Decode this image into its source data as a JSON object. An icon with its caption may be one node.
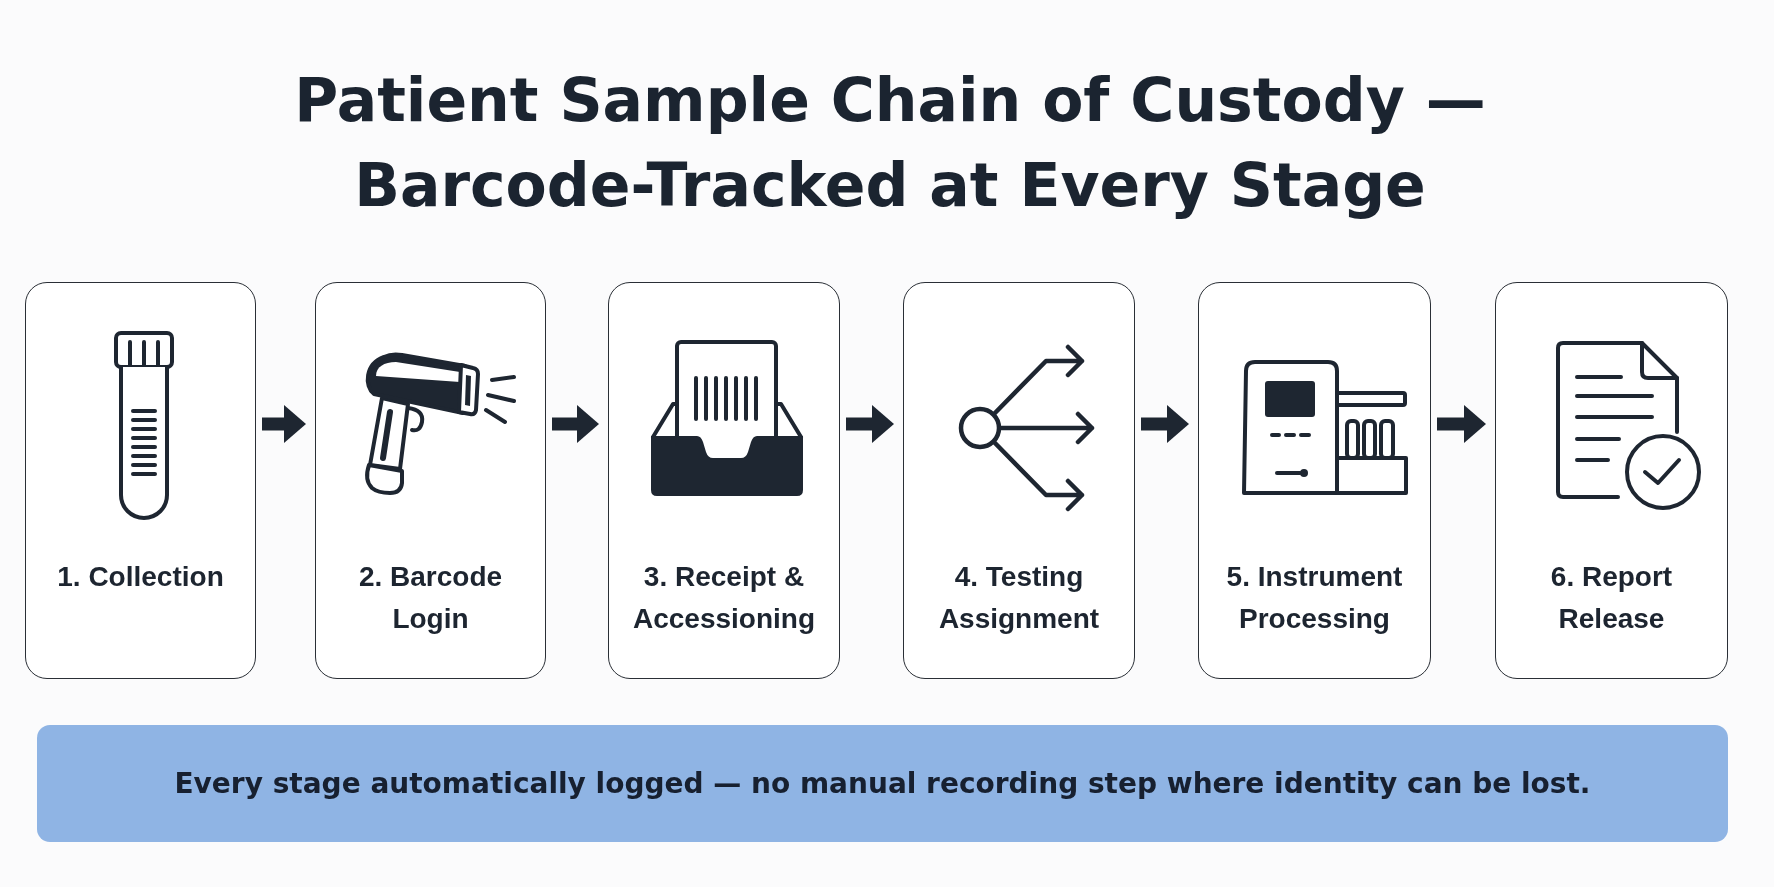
{
  "diagram": {
    "title": "Patient Sample Chain of Custody — Barcode-Tracked at Every Stage",
    "nodes": [
      {
        "text": [
          "1. Collection"
        ]
      },
      {
        "text": [
          "2. Barcode Login"
        ]
      },
      {
        "text": [
          "3. Receipt & Accessioning"
        ]
      },
      {
        "text": [
          "4. Testing Assignment"
        ]
      },
      {
        "text": [
          "5. Instrument Processing"
        ]
      },
      {
        "text": [
          "6. Report Release"
        ]
      },
      {
        "text": [
          "Every stage automatically logged — no manual recording step where identity can be lost."
        ]
      }
    ],
    "edges": [
      {
        "from": 0,
        "to": 1,
        "arrow": "to"
      },
      {
        "from": 1,
        "to": 2,
        "arrow": "to"
      },
      {
        "from": 2,
        "to": 3,
        "arrow": "to"
      },
      {
        "from": 3,
        "to": 4,
        "arrow": "to"
      },
      {
        "from": 4,
        "to": 5,
        "arrow": "to"
      }
    ]
  }
}
